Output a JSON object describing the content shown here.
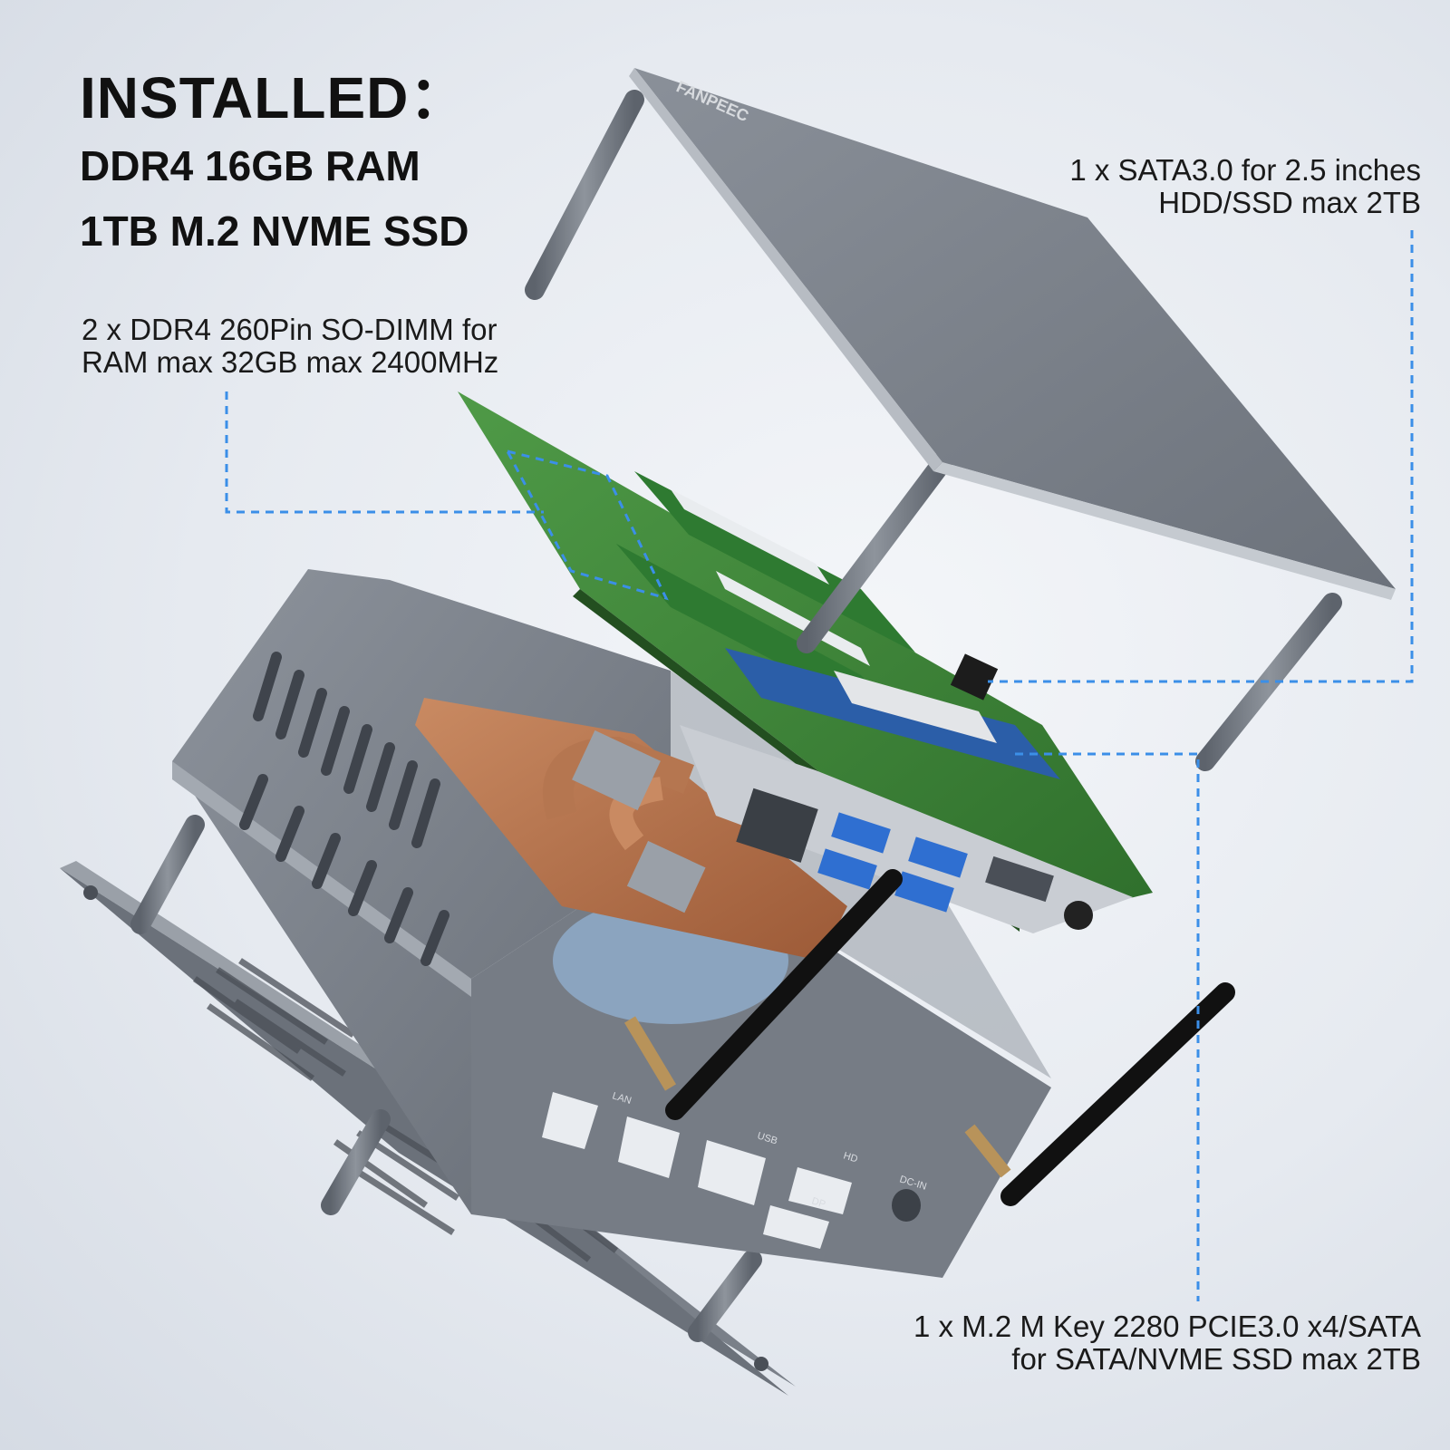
{
  "headline": {
    "title": "INSTALLED：",
    "lines": [
      "DDR4 16GB RAM",
      "1TB M.2 NVME SSD"
    ]
  },
  "callouts": {
    "ram": {
      "lines": [
        "2 x DDR4 260Pin SO-DIMM for",
        "RAM max 32GB max 2400MHz"
      ]
    },
    "sata": {
      "lines": [
        "1 x SATA3.0 for 2.5 inches",
        "HDD/SSD max 2TB"
      ]
    },
    "m2": {
      "lines": [
        "1 x M.2 M Key 2280 PCIE3.0 x4/SATA",
        "for SATA/NVME SSD max 2TB"
      ]
    }
  },
  "device": {
    "brand": "FANPEEC",
    "ports": [
      "LAN",
      "USB",
      "HD",
      "DP",
      "DC-IN"
    ]
  },
  "colors": {
    "callout_line": "#3b8fe8",
    "chassis": "#7b828c",
    "board": "#3f8a3a",
    "heatsink": "#b86e46"
  }
}
